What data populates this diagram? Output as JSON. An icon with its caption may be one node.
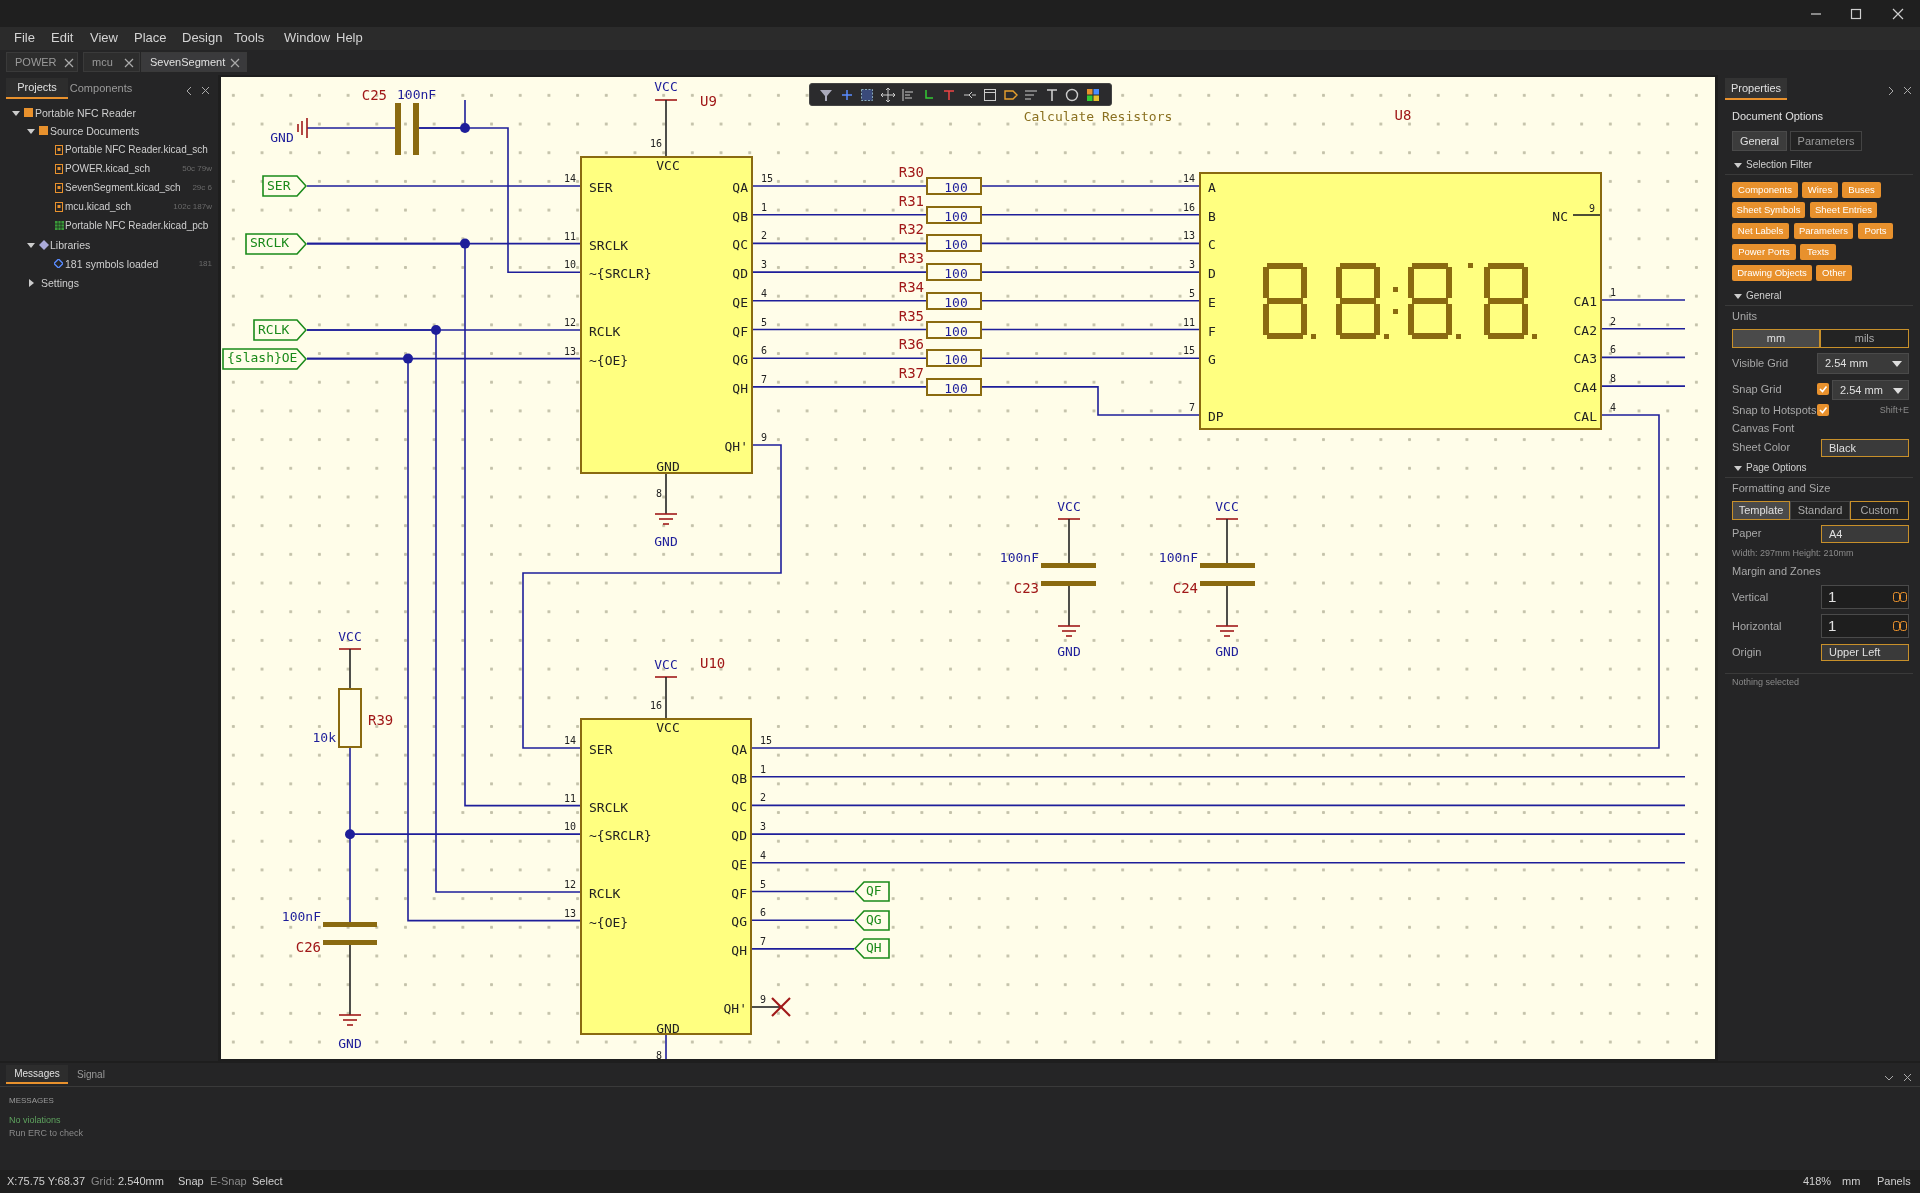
{
  "diagram": {
    "nodes": [
      {
        "text": [],
        "shape": "capacitor",
        "beside": [
          "C25",
          "100nF"
        ]
      },
      {
        "text": [
          "SER"
        ]
      },
      {
        "text": [
          "SRCLK"
        ]
      },
      {
        "text": [
          "RCLK"
        ]
      },
      {
        "text": [
          "{slash}OE"
        ]
      },
      {
        "text": [
          "U9",
          "VCC",
          "SER",
          "SRCLK",
          "~{SRCLR}",
          "RCLK",
          "~{OE}",
          "QA",
          "QB",
          "QC",
          "QD",
          "QE",
          "QF",
          "QG",
          "QH",
          "QH'",
          "GND"
        ],
        "beside": [
          "16",
          "14",
          "11",
          "10",
          "12",
          "13",
          "15",
          "1",
          "2",
          "3",
          "4",
          "5",
          "6",
          "7",
          "9",
          "8"
        ]
      },
      {
        "text": [
          "100"
        ],
        "beside": [
          "R30"
        ]
      },
      {
        "text": [
          "100"
        ],
        "beside": [
          "R31"
        ]
      },
      {
        "text": [
          "100"
        ],
        "beside": [
          "R32"
        ]
      },
      {
        "text": [
          "100"
        ],
        "beside": [
          "R33"
        ]
      },
      {
        "text": [
          "100"
        ],
        "beside": [
          "R34"
        ]
      },
      {
        "text": [
          "100"
        ],
        "beside": [
          "R35"
        ]
      },
      {
        "text": [
          "100"
        ],
        "beside": [
          "R36"
        ]
      },
      {
        "text": [
          "100"
        ],
        "beside": [
          "R37"
        ]
      },
      {
        "text": [
          "U8",
          "A",
          "B",
          "C",
          "D",
          "E",
          "F",
          "G",
          "DP",
          "NC",
          "9",
          "CA1",
          "CA2",
          "CA3",
          "CA4",
          "CAL"
        ],
        "beside": [
          "14",
          "16",
          "13",
          "3",
          "5",
          "11",
          "15",
          "7",
          "1",
          "2",
          "6",
          "8",
          "4"
        ]
      },
      {
        "text": [],
        "shape": "capacitor",
        "beside": [
          "100nF",
          "C23"
        ]
      },
      {
        "text": [],
        "shape": "capacitor",
        "beside": [
          "100nF",
          "C24"
        ]
      },
      {
        "text": [
          "10k"
        ],
        "beside": [
          "R39"
        ]
      },
      {
        "text": [
          "U10",
          "VCC",
          "SER",
          "SRCLK",
          "~{SRCLR}",
          "RCLK",
          "~{OE}",
          "QA",
          "QB",
          "QC",
          "QD",
          "QE",
          "QF",
          "QG",
          "QH",
          "QH'",
          "GND"
        ],
        "beside": [
          "16",
          "14",
          "11",
          "10",
          "12",
          "13",
          "15",
          "1",
          "2",
          "3",
          "4",
          "5",
          "6",
          "7",
          "9",
          "8"
        ]
      },
      {
        "text": [],
        "shape": "capacitor",
        "beside": [
          "100nF",
          "C26"
        ]
      },
      {
        "text": [
          "QF"
        ]
      },
      {
        "text": [
          "QG"
        ]
      },
      {
        "text": [
          "QH"
        ]
      }
    ],
    "edges": [
      {
        "from": null,
        "to": 0,
        "arrow": "none"
      },
      {
        "from": 0,
        "to": 5,
        "arrow": "none"
      },
      {
        "from": 1,
        "to": 5,
        "arrow": "none"
      },
      {
        "from": 2,
        "to": 5,
        "arrow": "none"
      },
      {
        "from": 2,
        "to": 18,
        "arrow": "none"
      },
      {
        "from": 3,
        "to": 5,
        "arrow": "none"
      },
      {
        "from": 3,
        "to": 18,
        "arrow": "none"
      },
      {
        "from": 4,
        "to": 5,
        "arrow": "none"
      },
      {
        "from": 4,
        "to": 18,
        "arrow": "none"
      },
      {
        "from": 5,
        "to": 6,
        "arrow": "none"
      },
      {
        "from": 5,
        "to": 7,
        "arrow": "none"
      },
      {
        "from": 5,
        "to": 8,
        "arrow": "none"
      },
      {
        "from": 5,
        "to": 9,
        "arrow": "none"
      },
      {
        "from": 5,
        "to": 10,
        "arrow": "none"
      },
      {
        "from": 5,
        "to": 11,
        "arrow": "none"
      },
      {
        "from": 5,
        "to": 12,
        "arrow": "none"
      },
      {
        "from": 5,
        "to": 13,
        "arrow": "none"
      },
      {
        "from": 6,
        "to": 14,
        "arrow": "none"
      },
      {
        "from": 7,
        "to": 14,
        "arrow": "none"
      },
      {
        "from": 8,
        "to": 14,
        "arrow": "none"
      },
      {
        "from": 9,
        "to": 14,
        "arrow": "none"
      },
      {
        "from": 10,
        "to": 14,
        "arrow": "none"
      },
      {
        "from": 11,
        "to": 14,
        "arrow": "none"
      },
      {
        "from": 12,
        "to": 14,
        "arrow": "none"
      },
      {
        "from": 13,
        "to": 14,
        "arrow": "none"
      },
      {
        "from": 5,
        "to": 18,
        "arrow": "none"
      },
      {
        "from": 14,
        "to": 18,
        "arrow": "none"
      },
      {
        "from": 14,
        "to": null,
        "arrow": "none"
      },
      {
        "from": 14,
        "to": null,
        "arrow": "none"
      },
      {
        "from": 14,
        "to": null,
        "arrow": "none"
      },
      {
        "from": 14,
        "to": null,
        "arrow": "none"
      },
      {
        "from": 17,
        "to": 18,
        "arrow": "none"
      },
      {
        "from": 19,
        "to": 18,
        "arrow": "none"
      },
      {
        "from": 18,
        "to": null,
        "arrow": "none"
      },
      {
        "from": 18,
        "to": null,
        "arrow": "none"
      },
      {
        "from": 18,
        "to": null,
        "arrow": "none"
      },
      {
        "from": 18,
        "to": null,
        "arrow": "none"
      },
      {
        "from": 18,
        "to": 20,
        "arrow": "none"
      },
      {
        "from": 18,
        "to": 21,
        "arrow": "none"
      },
      {
        "from": 18,
        "to": 22,
        "arrow": "none"
      }
    ],
    "labels": [
      "File",
      "Edit",
      "View",
      "Place",
      "Design",
      "Tools",
      "Window",
      "Help",
      "POWER",
      "mcu",
      "SevenSegment",
      "Projects",
      "Components",
      "Portable NFC Reader",
      "Source Documents",
      "Portable NFC Reader.kicad_sch",
      "POWER.kicad_sch",
      "50c 79w",
      "SevenSegment.kicad_sch",
      "29c 6",
      "mcu.kicad_sch",
      "102c 187w",
      "Portable NFC Reader.kicad_pcb",
      "Libraries",
      "181 symbols loaded",
      "181",
      "Settings",
      "GND",
      "VCC",
      "Calculate Resistors",
      "GND",
      "VCC",
      "VCC",
      "GND",
      "GND",
      "VCC",
      "VCC",
      "GND",
      "Properties",
      "Document Options",
      "General",
      "Parameters",
      "Selection Filter",
      "Components",
      "Wires",
      "Buses",
      "Sheet Symbols",
      "Sheet Entries",
      "Net Labels",
      "Parameters",
      "Ports",
      "Power Ports",
      "Texts",
      "Drawing Objects",
      "Other",
      "General",
      "Units",
      "mm",
      "mils",
      "Visible Grid",
      "2.54 mm",
      "Snap Grid",
      "2.54 mm",
      "Snap to Hotspots",
      "Shift+E",
      "Canvas Font",
      "Sheet Color",
      "Black",
      "Page Options",
      "Formatting and Size",
      "Template",
      "Standard",
      "Custom",
      "Paper",
      "A4",
      "Width: 297mm Height: 210mm",
      "Margin and Zones",
      "Vertical",
      "1",
      "Horizontal",
      "1",
      "Origin",
      "Upper Left",
      "Nothing selected",
      "Messages",
      "Signal",
      "MESSAGES",
      "No violations",
      "Run ERC to check",
      "X:75.75 Y:68.37",
      "Grid:",
      "2.540mm",
      "Snap",
      "E-Snap",
      "Select",
      "418%",
      "mm",
      "Panels"
    ]
  }
}
